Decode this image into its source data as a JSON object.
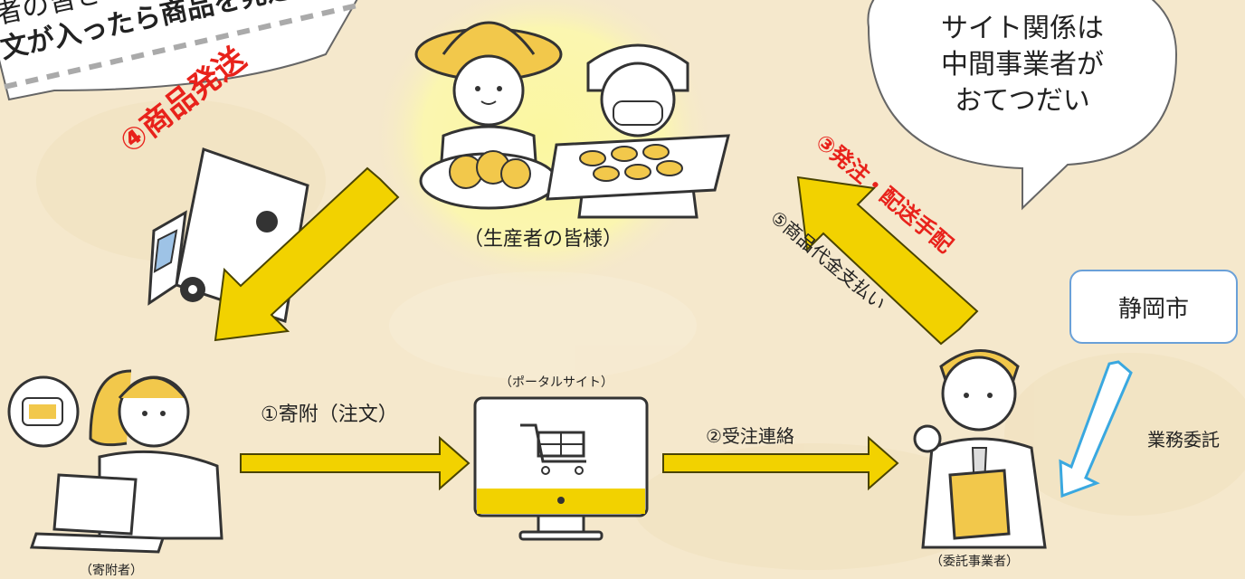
{
  "speech_left": {
    "line1": "者の皆さ",
    "line2": "文が入ったら商品を発送"
  },
  "speech_right": {
    "line1": "サイト関係は",
    "line2": "中間事業者が",
    "line3": "おてつだい"
  },
  "nodes": {
    "producers_label": "（生産者の皆様）",
    "donor_label": "（寄附者）",
    "portal_label": "（ポータルサイト）",
    "contractor_label": "（委託事業者）",
    "city_label": "静岡市"
  },
  "flows": {
    "step1": "①寄附（注文）",
    "step2": "②受注連絡",
    "step3": "③発注・配送手配",
    "step4": "④商品発送",
    "step5": "⑤商品代金支払い",
    "outsourcing": "業務委託"
  },
  "colors": {
    "arrow_fill": "#f2d200",
    "arrow_stroke": "#4a4400",
    "accent_red": "#e8221b",
    "highlight_glow": "#fbf7a0",
    "outline_blue": "#6aa0d8"
  }
}
